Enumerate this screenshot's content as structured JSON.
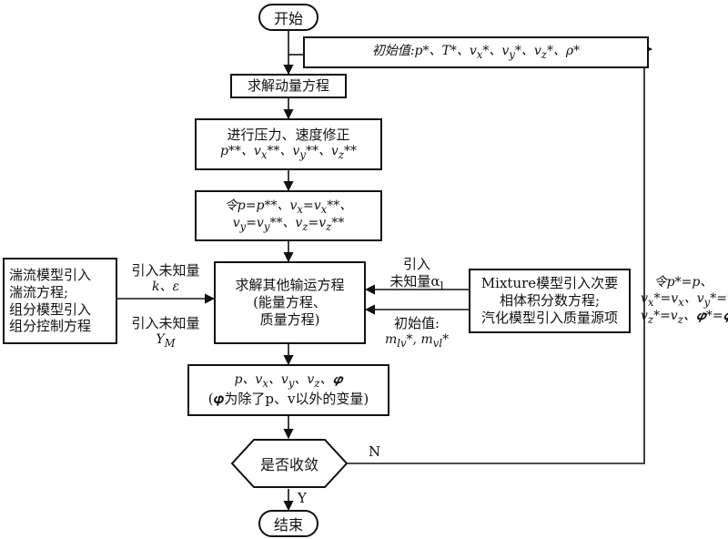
{
  "start": "开始",
  "end": "结束",
  "init_box": "初始值:p*、T*、v<sub>x</sub>*、v<sub>y</sub>*、v<sub>z</sub>*、ρ*",
  "momentum": "求解动量方程",
  "correction": {
    "line1": "进行压力、速度修正",
    "line2": "p**、v<sub>x</sub>**、v<sub>y</sub>**、v<sub>z</sub>**"
  },
  "assign": {
    "line1": "令p=p**、v<sub>x</sub>=v<sub>x</sub>**、",
    "line2": "v<sub>y</sub>=v<sub>y</sub>**、v<sub>z</sub>=v<sub>z</sub>**"
  },
  "transport": {
    "line1": "求解其他输运方程",
    "line2": "(能量方程、",
    "line3": "质量方程)"
  },
  "vars": {
    "line1": "p、v<sub>x</sub>、v<sub>y</sub>、v<sub>z</sub>、𝝋",
    "line2": "(𝝋为除了p、v以外的变量)"
  },
  "converge": "是否收敛",
  "left_box": {
    "line1": "湍流模型引入",
    "line2": "湍流方程;",
    "line3": "组分模型引入",
    "line4": "组分控制方程"
  },
  "right_box": {
    "line1": "Mixture模型引入次要",
    "line2": "相体积分数方程;",
    "line3": "汽化模型引入质量源项"
  },
  "label_turb": {
    "line1": "引入未知量",
    "line2": "k、ε"
  },
  "label_species": {
    "line1": "引入未知量",
    "line2": "Y<sub>M</sub>"
  },
  "label_alpha": {
    "line1": "引入",
    "line2": "未知量α<sub>l</sub>"
  },
  "label_mass_init": {
    "line1": "初始值:",
    "line2": "m<sub>lv</sub>*, m<sub>vl</sub>*"
  },
  "feedback": {
    "line1": "令p*=p、",
    "line2": "v<sub>x</sub>*=v<sub>x</sub>、v<sub>y</sub>*=v<sub>y</sub>、",
    "line3": "v<sub>z</sub>*=v<sub>z</sub>、𝝋*=𝝋"
  },
  "no_label": "N",
  "yes_label": "Y"
}
